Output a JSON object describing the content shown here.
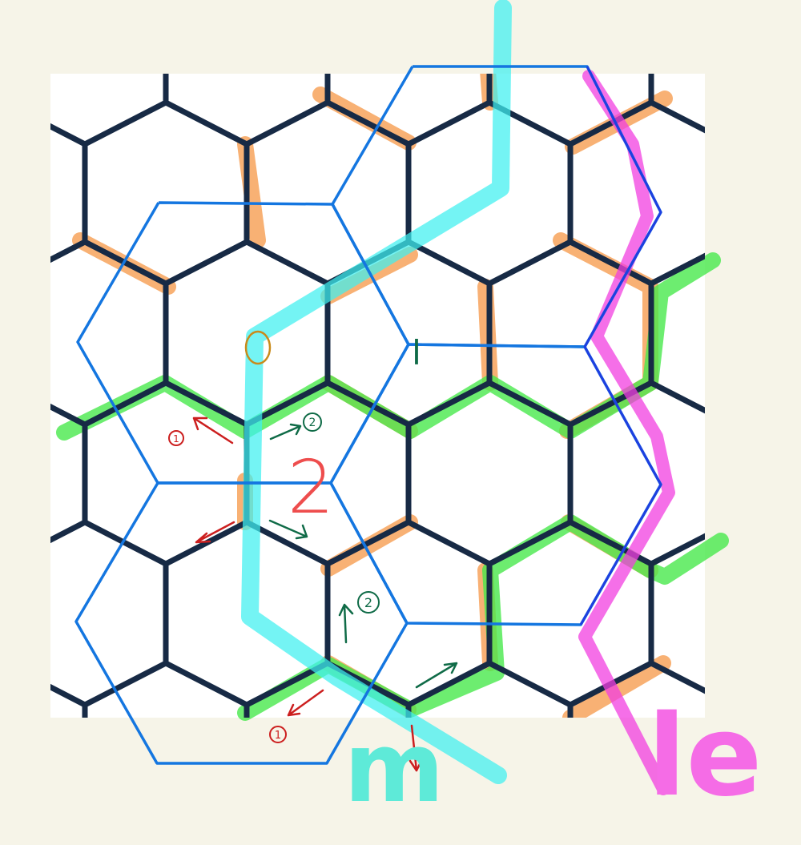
{
  "colors": {
    "background": "#f6f4e8",
    "panel": "#ffffff",
    "lattice": "#172a45",
    "orange_path": "#f7a35c",
    "green_path": "#49e84c",
    "cyan_path": "#3ff0f0",
    "magenta_path": "#f23fe0",
    "overlay_outline": "#1476e0",
    "ink_red": "#cc1f1f",
    "ink_green": "#0f6b47",
    "ink_orange": "#c98a1a",
    "label_cyan": "#5eead8",
    "label_magenta": "#f56ce6"
  },
  "labels": {
    "big_m": "m",
    "big_e": "le",
    "center_two": "2",
    "zero": "0",
    "one_mark": "l",
    "circled_1": "1",
    "circled_2": "2"
  }
}
